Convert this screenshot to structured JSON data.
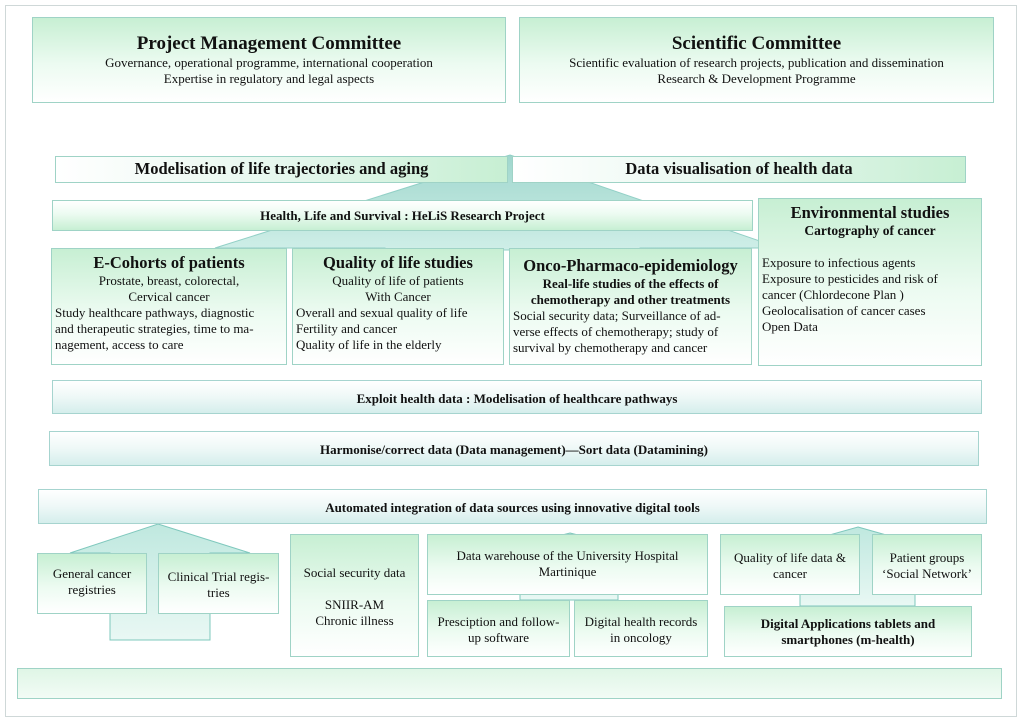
{
  "pmc": {
    "title": "Project Management Committee",
    "line1": "Governance, operational programme, international cooperation",
    "line2": "Expertise in regulatory and legal aspects"
  },
  "sc": {
    "title": "Scientific Committee",
    "line1": "Scientific evaluation of research projects, publication and dissemination",
    "line2": "Research & Development Programme"
  },
  "modelisation": "Modelisation of life trajectories and aging",
  "dataviz": "Data visualisation of health data",
  "helis": "Health, Life and Survival : HeLiS Research Project",
  "environmental": {
    "title": "Environmental studies",
    "subtitle": "Cartography of cancer",
    "lines": [
      "Exposure to infectious agents",
      "Exposure to pesticides and risk of",
      "cancer (Chlordecone Plan )",
      "Geolocalisation of cancer cases",
      "Open Data"
    ]
  },
  "ecohorts": {
    "title": "E-Cohorts  of  patients",
    "center_lines": [
      "Prostate, breast, colorectal,",
      "Cervical cancer"
    ],
    "lines": [
      "Study healthcare pathways, diagnostic",
      "and therapeutic strategies, time to ma-",
      "nagement, access to care"
    ]
  },
  "qol": {
    "title": "Quality of life studies",
    "center_lines": [
      "Quality of life of patients",
      "With  Cancer"
    ],
    "lines": [
      "Overall and sexual quality of life",
      "Fertility and cancer",
      "Quality of life in the elderly"
    ]
  },
  "onco": {
    "title": "Onco-Pharmaco-epidemiology",
    "subtitle_lines": [
      "Real-life studies of the effects of",
      "chemotherapy and other treatments"
    ],
    "lines": [
      "Social security data; Surveillance of ad-",
      "verse effects of chemotherapy; study of",
      "survival by chemotherapy and cancer"
    ]
  },
  "exploit": "Exploit health data : Modelisation of healthcare pathways",
  "harmonise": "Harmonise/correct data  (Data management)—Sort data (Datamining)",
  "automated": "Automated integration of data sources using innovative digital tools",
  "sources": {
    "registries": [
      "General cancer",
      "registries"
    ],
    "clinical": [
      "Clinical Trial regis-",
      "tries"
    ],
    "social": [
      "Social security data",
      "",
      "SNIIR-AM",
      "Chronic illness"
    ],
    "warehouse": [
      "Data warehouse of the University Hospital",
      "Martinique"
    ],
    "prescription": [
      "Presciption and follow-",
      "up software"
    ],
    "digital_records": [
      "Digital health records",
      "in oncology"
    ],
    "qol_data": [
      "Quality of life data &",
      "cancer"
    ],
    "patient_groups": [
      "Patient groups",
      "‘Social Network’"
    ],
    "apps": [
      "Digital Applications tablets and",
      "smartphones (m-health)"
    ]
  },
  "colors": {
    "green": "#c7efd3",
    "teal": "#7fc8bd",
    "border": "#9fd3c6"
  }
}
